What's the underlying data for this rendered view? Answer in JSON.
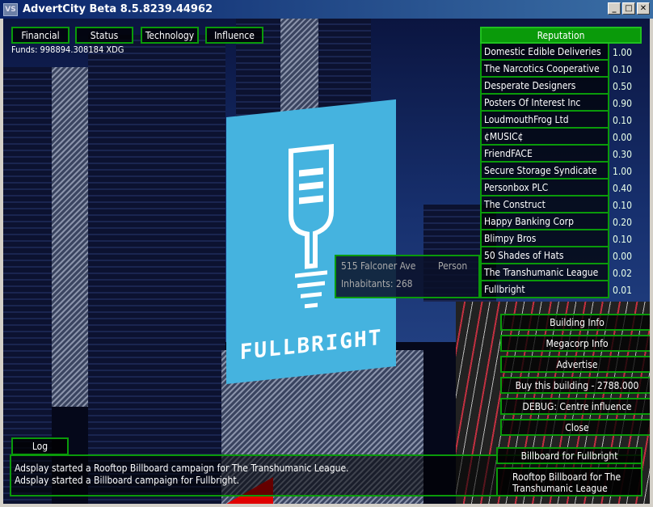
{
  "window": {
    "title": "AdvertCity Beta 8.5.8239.44962",
    "icon": "app-icon",
    "controls": [
      "minimize",
      "maximize",
      "close"
    ]
  },
  "top_tabs": [
    "Financial",
    "Status",
    "Technology",
    "Influence"
  ],
  "funds": "Funds: 998894.308184 XDG",
  "reputation": {
    "title": "Reputation",
    "rows": [
      {
        "name": "Domestic Edible Deliveries",
        "value": "1.00"
      },
      {
        "name": "The Narcotics Cooperative",
        "value": "0.10"
      },
      {
        "name": "Desperate Designers",
        "value": "0.50"
      },
      {
        "name": "Posters Of Interest Inc",
        "value": "0.90"
      },
      {
        "name": "LoudmouthFrog Ltd",
        "value": "0.10"
      },
      {
        "name": "¢MUSIC¢",
        "value": "0.00"
      },
      {
        "name": "FriendFACE",
        "value": "0.30"
      },
      {
        "name": "Secure Storage Syndicate",
        "value": "1.00"
      },
      {
        "name": "Personbox PLC",
        "value": "0.40"
      },
      {
        "name": "The Construct",
        "value": "0.10"
      },
      {
        "name": "Happy Banking Corp",
        "value": "0.20"
      },
      {
        "name": "Blimpy Bros",
        "value": "0.10"
      },
      {
        "name": "50 Shades of Hats",
        "value": "0.00"
      },
      {
        "name": "The Transhumanic League",
        "value": "0.02"
      },
      {
        "name": "Fullbright",
        "value": "0.01"
      }
    ]
  },
  "building_label": {
    "address": "515 Falconer Ave",
    "owner": "Person",
    "inhabitants": "Inhabitants: 268"
  },
  "building_menu": [
    "Building Info",
    "Megacorp Info",
    "Advertise",
    "Buy this building - 2788.000",
    "DEBUG: Centre influence",
    "Close"
  ],
  "billboard_text": "FULLBRIGHT",
  "log": {
    "title": "Log",
    "lines": [
      "Adsplay started a Rooftop Billboard campaign for The Transhumanic League.",
      "Adsplay started a Billboard campaign for Fullbright."
    ]
  },
  "billboards": [
    "Billboard for Fullbright",
    "Rooftop Billboard for The Transhumanic League"
  ],
  "colors": {
    "accent": "#0a9a0a",
    "billboard": "#45b3df"
  }
}
